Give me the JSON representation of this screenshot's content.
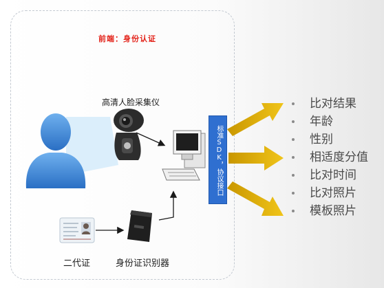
{
  "frontend": {
    "title": "前端：身份认证"
  },
  "devices": {
    "camera_label": "高清人脸采集仪",
    "id_card_label": "二代证",
    "reader_label": "身份证识别器"
  },
  "sdk_bar": {
    "text": "标准SDK，协议接口"
  },
  "results": [
    "比对结果",
    "年龄",
    "性别",
    "相适度分值",
    "比对时间",
    "比对照片",
    "模板照片"
  ],
  "colors": {
    "title": "#e3231a",
    "sdk_bar": "#2f6fd0",
    "arrow": "#e8b810",
    "person": "#3d86d8",
    "beam": "#bcdcf4"
  },
  "icons": {
    "person": "person-silhouette-icon",
    "camera": "webcam-icon",
    "computer": "desktop-computer-icon",
    "id_card": "id-card-icon",
    "reader": "card-reader-icon"
  }
}
